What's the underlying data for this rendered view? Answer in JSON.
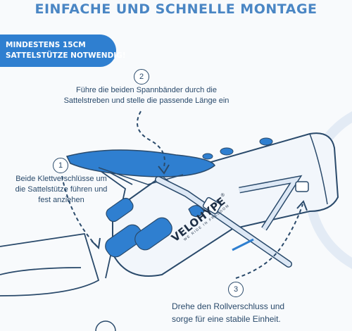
{
  "header": {
    "title": "EINFACHE UND SCHNELLE MONTAGE"
  },
  "badge": {
    "line1": "MINDESTENS 15CM",
    "line2": "SATTELSTÜTZE NOTWENDIG!"
  },
  "steps": [
    {
      "number": "1",
      "lines": [
        "Beide Klettverschlüsse um",
        "die Sattelstütze führen und",
        "fest anziehen"
      ]
    },
    {
      "number": "2",
      "lines": [
        "Führe die beiden Spannbänder durch die",
        "Sattelstreben und stelle die passende Länge ein"
      ]
    },
    {
      "number": "3",
      "lines": [
        "Drehe den Rollverschluss und",
        "sorge für eine stabile Einheit."
      ]
    }
  ],
  "product": {
    "brand": "VELOHYPE",
    "registered": "®",
    "tagline": "WE RIDE IN FREEDOM"
  },
  "colors": {
    "accent": "#2f7fd0",
    "outline": "#2a4a6b",
    "title": "#4a86c4",
    "background": "#f8fafc"
  }
}
